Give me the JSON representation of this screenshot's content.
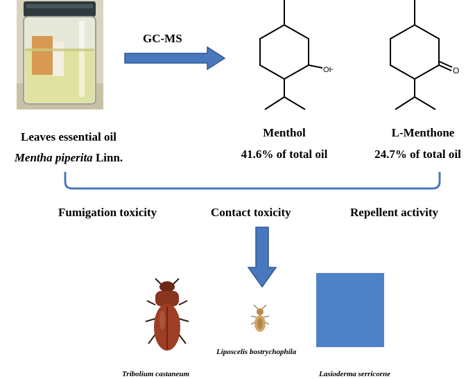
{
  "gcms_label": "GC-MS",
  "source": {
    "line1": "Leaves essential oil",
    "species": "Mentha piperita",
    "authority": " Linn."
  },
  "compounds": [
    {
      "name": "Menthol",
      "percent": "41.6% of total oil",
      "group_label": "OH"
    },
    {
      "name": "L-Menthone",
      "percent": "24.7% of total oil",
      "group_label": "O"
    }
  ],
  "activities": [
    "Fumigation toxicity",
    "Contact toxicity",
    "Repellent activity"
  ],
  "insects": [
    "Tribolium castaneum",
    "Liposcelis bostrychophila",
    "Lasioderma serricorne"
  ],
  "colors": {
    "arrow": "#4a78bd",
    "arrow_stroke": "#2f5597",
    "brace": "#4a78bd",
    "placeholder": "#4f81c7"
  }
}
